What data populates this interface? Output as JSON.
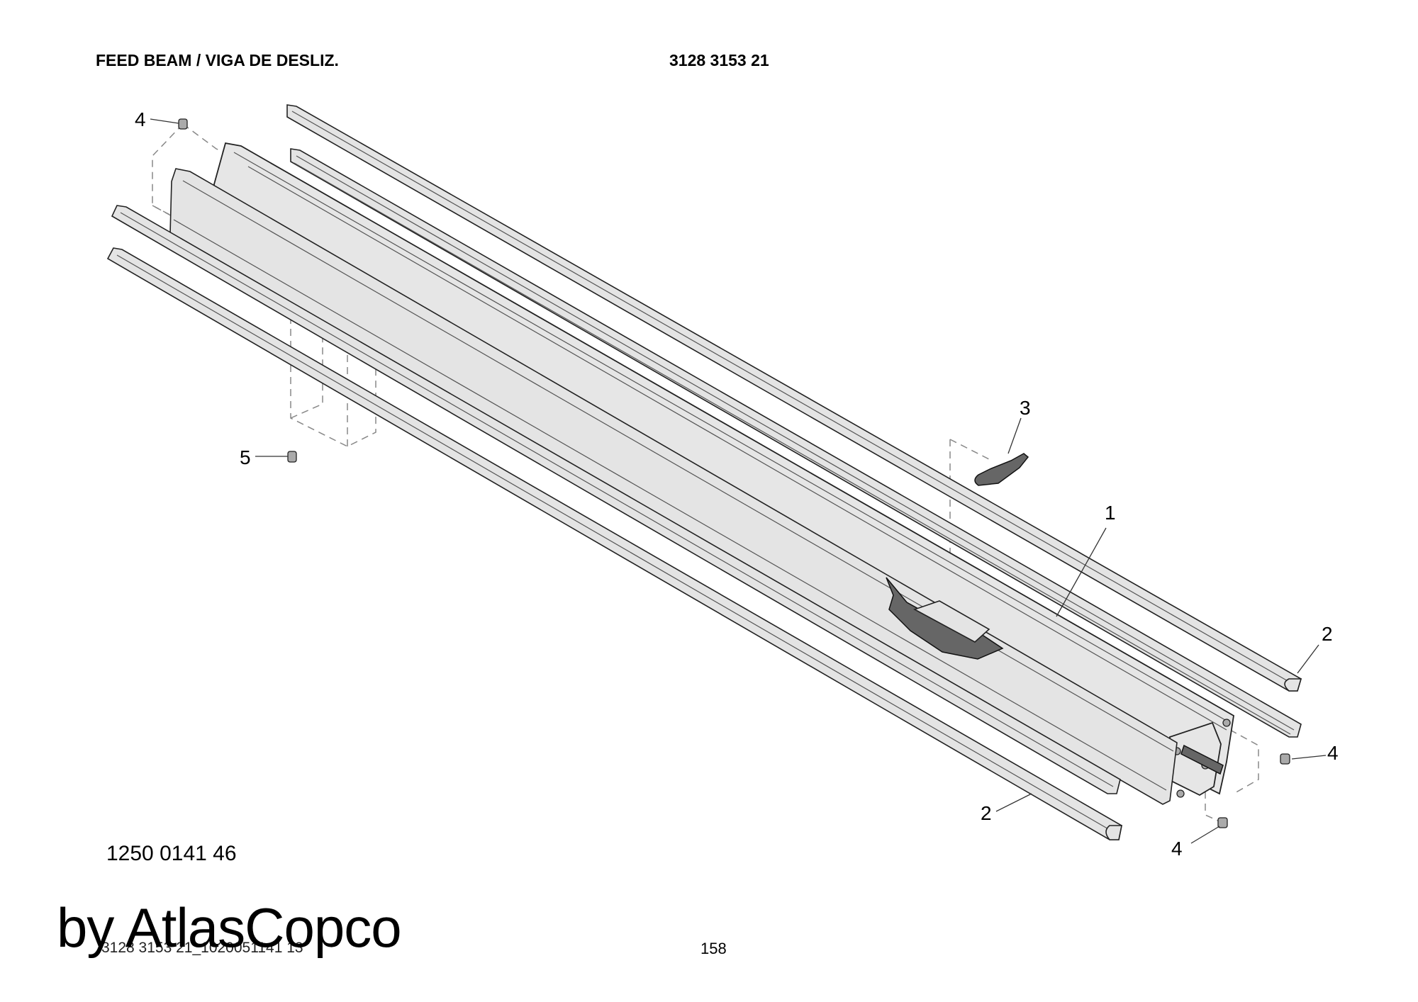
{
  "header": {
    "title": "FEED BEAM / VIGA DE DESLIZ.",
    "part_number": "3128 3153 21"
  },
  "reference_number": "1250 0141 46",
  "watermark": "by AtlasCopco",
  "filename": "3128 3153 21_1020051141 13",
  "page_number": "158",
  "callouts": {
    "top_left_nut": "4",
    "left_plug": "5",
    "pad": "3",
    "beam": "1",
    "right_upper_rail": "2",
    "right_nut": "4",
    "bottom_rail": "2",
    "bottom_nut": "4"
  },
  "colors": {
    "part_fill": "#e4e4e4",
    "outline": "#222222",
    "dark_part": "#666666"
  }
}
